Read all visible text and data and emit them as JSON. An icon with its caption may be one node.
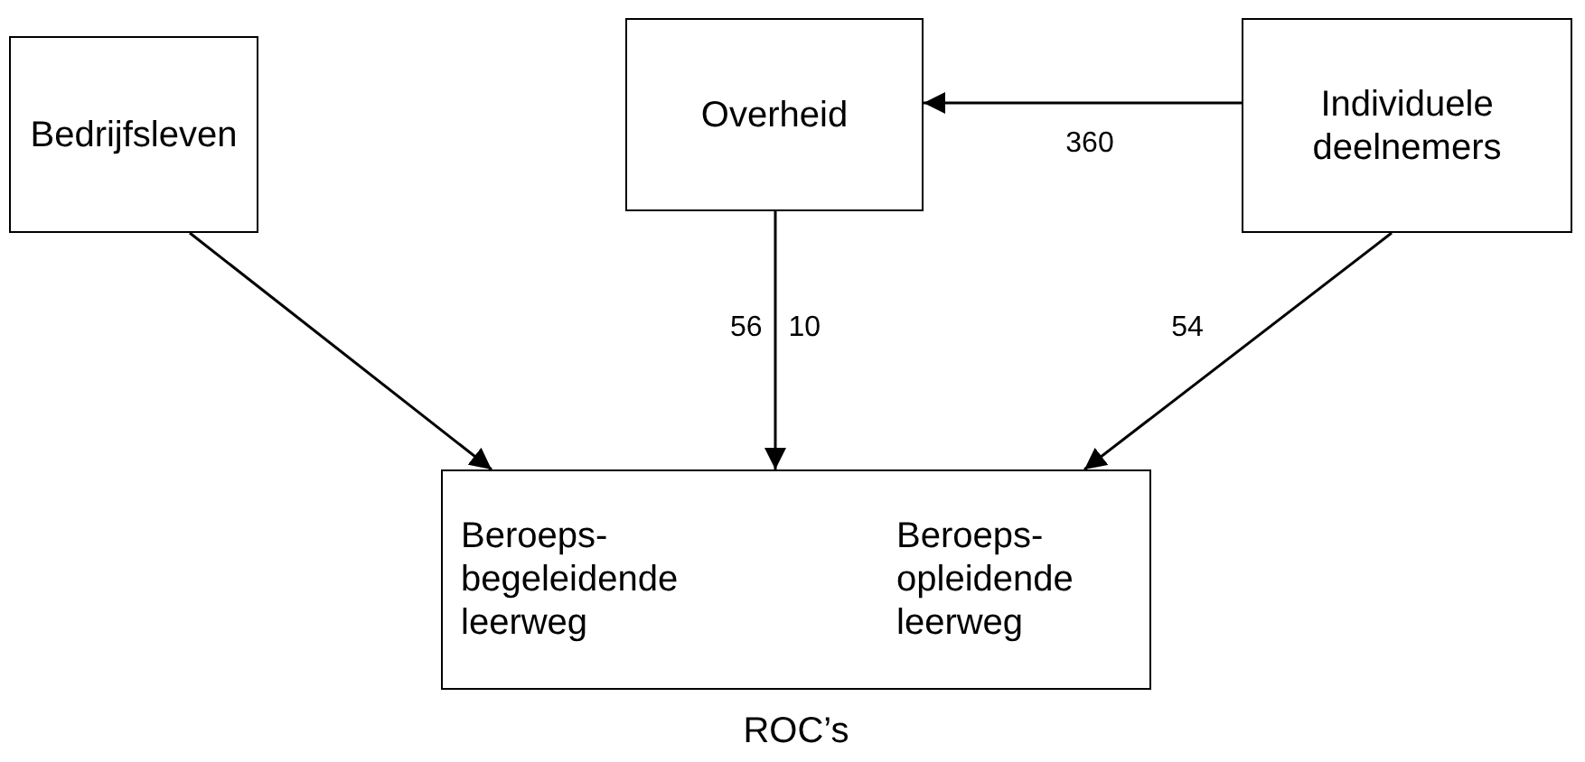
{
  "diagram": {
    "nodes": [
      {
        "text": [
          "Bedrijfsleven"
        ]
      },
      {
        "text": [
          "Overheid"
        ]
      },
      {
        "text": [
          "Individuele deelnemers"
        ]
      },
      {
        "text": [
          "Beroeps- begeleidende leerweg",
          "Beroeps- opleidende leerweg"
        ],
        "beside": [
          "ROC’s"
        ]
      }
    ],
    "edges": [
      {
        "from": 2,
        "to": 1,
        "arrow": "to",
        "label": "360"
      },
      {
        "from": 0,
        "to": 3,
        "arrow": "to"
      },
      {
        "from": 1,
        "to": 3,
        "arrow": "to",
        "label": "56 10"
      },
      {
        "from": 2,
        "to": 3,
        "arrow": "to",
        "label": "54"
      }
    ]
  }
}
